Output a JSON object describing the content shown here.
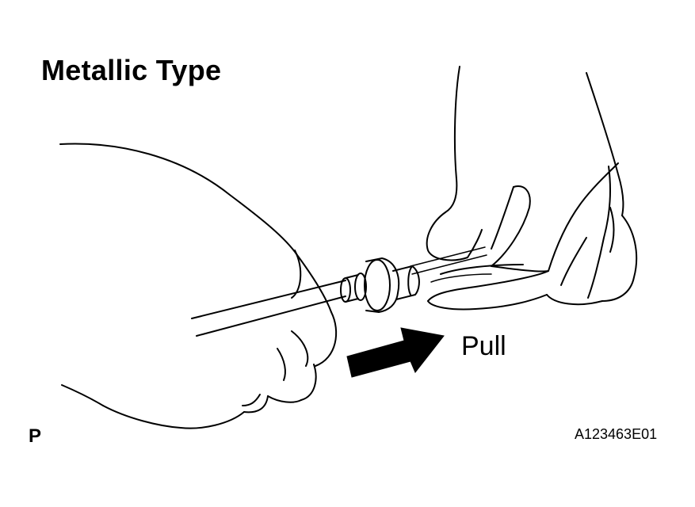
{
  "diagram": {
    "title": "Metallic Type",
    "action_label": "Pull",
    "corner_mark": "P",
    "figure_code": "A123463E01"
  }
}
